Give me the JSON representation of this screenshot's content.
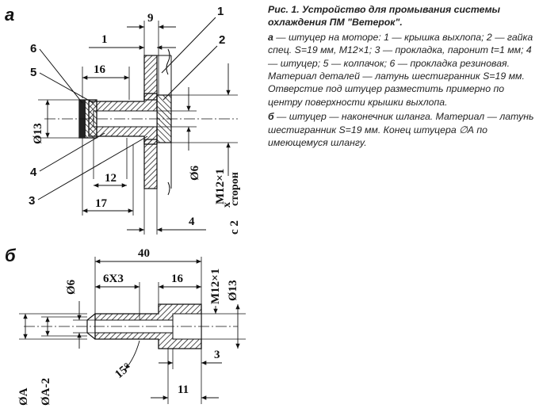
{
  "caption": {
    "title": "Рис. 1. Устройство для промывания системы охлаждения ПМ \"Ветерок\".",
    "a_letter": "а",
    "a_text": " — штуцер на моторе: 1 — крышка выхлопа; 2 — гайка спец. S=19 мм, M12×1; 3 — прокладка, паронит t=1 мм; 4 — штуцер; 5 — колпачок; 6 — прокладка резиновая. Материал деталей — латунь шестигранник S=19 мм. Отверстие под штуцер разместить примерно по центру поверхности крышки выхлопа.",
    "b_letter": "б",
    "b_text": " — штуцер — наконечник шланга. Материал — латунь шестигранник S=19 мм. Конец штуцера ∅А по имеющемуся шлангу."
  },
  "figure_a": {
    "label": "а",
    "dims": {
      "d9": "9",
      "d1": "1",
      "d16": "16",
      "d13": "Ø13",
      "d12": "12",
      "d17": "17",
      "d6": "Ø6",
      "d4": "4",
      "thread": "M12×1",
      "chamfer_c": "c 2",
      "chamfer_x": "x",
      "chamfer_sides": "сторон"
    },
    "callouts": [
      "1",
      "2",
      "3",
      "4",
      "5",
      "6"
    ]
  },
  "figure_b": {
    "label": "б",
    "dims": {
      "d40": "40",
      "d6": "Ø6",
      "d6x3": "6X3",
      "d16": "16",
      "thread": "M12×1",
      "d13": "Ø13",
      "angle": "15°",
      "d3": "3",
      "d11": "11",
      "dA": "ØA",
      "dA2": "ØA-2"
    }
  }
}
